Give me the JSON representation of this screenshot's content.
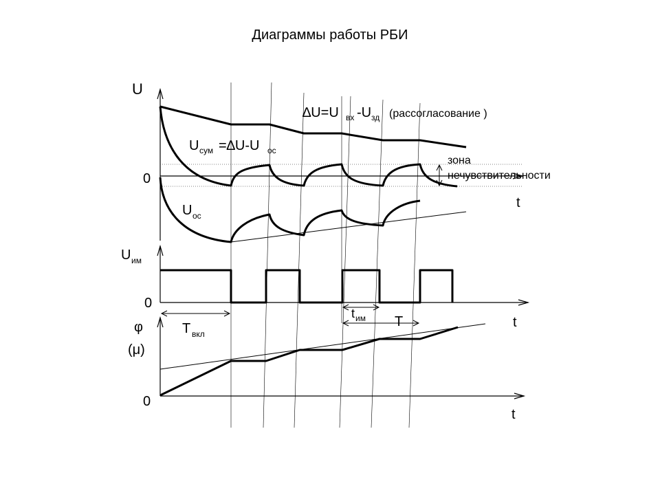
{
  "title": "Диаграммы работы РБИ",
  "labels": {
    "u_axis": "U",
    "zero": "0",
    "t": "t",
    "delta_u_formula": "∆U=U",
    "sub_vx": "вх",
    "dash_u": "-U",
    "sub_zd": "зд",
    "mismatch": "(рассогласование )",
    "u_sum": "U",
    "sub_sum": "сум",
    "eq_du": "=∆U-U",
    "sub_oc": "ос",
    "zone_line1": "зона",
    "zone_line2": "нечувствительности",
    "u_oc": "U",
    "u_im": "U",
    "sub_im": "им",
    "t_vkl": "T",
    "sub_vkl": "вкл",
    "t_im": "t",
    "T": "T",
    "phi": "φ",
    "mu": "(μ)"
  }
}
